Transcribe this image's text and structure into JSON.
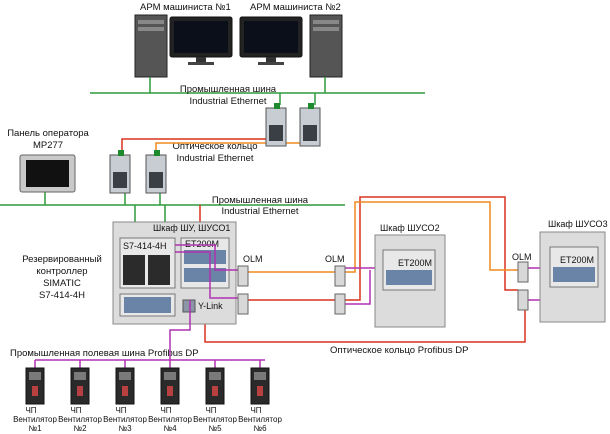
{
  "workstations": {
    "ws1": "АРМ машиниста №1",
    "ws2": "АРМ машиниста №2"
  },
  "buses": {
    "top_line1": "Промышленная шина",
    "top_line2": "Industrial Ethernet",
    "middle_line1": "Промышленная шина",
    "middle_line2": "Industrial Ethernet",
    "optical_ring_line1": "Оптическое кольцо",
    "optical_ring_line2": "Industrial Ethernet",
    "profibus_field": "Промышленная полевая шина Profibus DP",
    "profibus_ring": "Оптическое кольцо Profibus DP"
  },
  "operator_panel": {
    "line1": "Панель оператора",
    "line2": "MP277"
  },
  "controller": {
    "line1": "Резервированный",
    "line2": "контроллер",
    "line3": "SIMATIC",
    "line4": "S7-414-4H",
    "cpu_label": "S7-414-4H"
  },
  "cabinets": {
    "shu": "Шкаф ШУ, ШУСО1",
    "shuso2": "Шкаф ШУСО2",
    "shuso3": "Шкаф ШУСО3",
    "et200m": "ET200M",
    "ylink": "Y-Link",
    "olm": "OLM"
  },
  "drives": {
    "tag": "ЧП",
    "name": "Вентилятор",
    "numbers": [
      "№1",
      "№2",
      "№3",
      "№4",
      "№5",
      "№6"
    ]
  },
  "colors": {
    "ethernet_green": "#2e9a3a",
    "optical_red": "#d8321e",
    "optical_orange": "#f08a1e",
    "profibus_purple": "#b030b0",
    "cabinet_fill": "#dcdcdc"
  }
}
